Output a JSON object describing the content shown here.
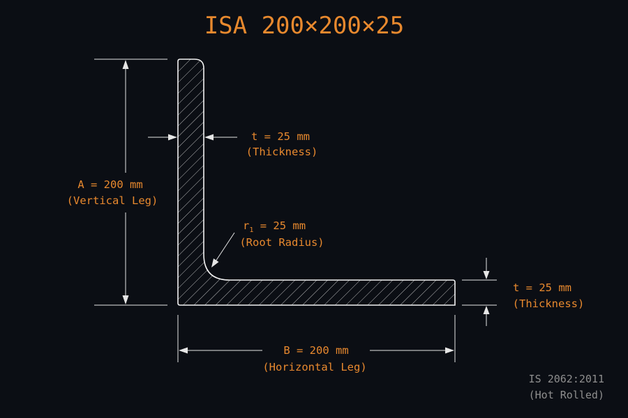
{
  "title": "ISA 200×200×25",
  "colors": {
    "background": "#0b0e14",
    "accent_text": "#e8892e",
    "linework": "#e6e6e6",
    "note_text": "#8e8e8e"
  },
  "dimensions": {
    "thickness_vertical": {
      "value": "t = 25 mm",
      "caption": "(Thickness)"
    },
    "vertical_leg": {
      "value": "A = 200 mm",
      "caption": "(Vertical Leg)"
    },
    "root_radius": {
      "symbol": "r",
      "subscript": "1",
      "value": " = 25 mm",
      "caption": "(Root Radius)"
    },
    "thickness_horizontal": {
      "value": "t = 25 mm",
      "caption": "(Thickness)"
    },
    "horizontal_leg": {
      "value": "B = 200 mm",
      "caption": "(Horizontal Leg)"
    }
  },
  "standard": {
    "code": "IS 2062:2011",
    "process": "(Hot Rolled)"
  }
}
